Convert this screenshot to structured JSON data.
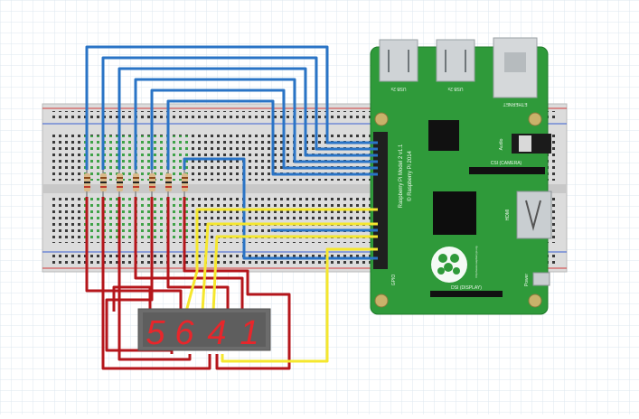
{
  "board": {
    "model_label": "Raspberry Pi Model 2 v1.1",
    "copyright_label": "© Raspberry Pi 2014",
    "usb_label_1": "USB 2x",
    "usb_label_2": "USB 2x",
    "ethernet_label": "ETHERNET",
    "audio_label": "Audio",
    "csi_label": "CSI (CAMERA)",
    "dsi_label": "DSI (DISPLAY)",
    "hdmi_label": "HDMI",
    "power_label": "Power",
    "gpio_label": "GPIO",
    "url_label": "http://www.raspberrypi.org"
  },
  "display": {
    "digits": [
      "5",
      "6",
      "4",
      "1"
    ]
  },
  "colors": {
    "board_green": "#2f9a3a",
    "wire_blue": "#2a74c6",
    "wire_red": "#b5161b",
    "wire_yellow": "#f5e72e",
    "segment_red": "#e8262b",
    "display_body": "#6c6c6c"
  }
}
